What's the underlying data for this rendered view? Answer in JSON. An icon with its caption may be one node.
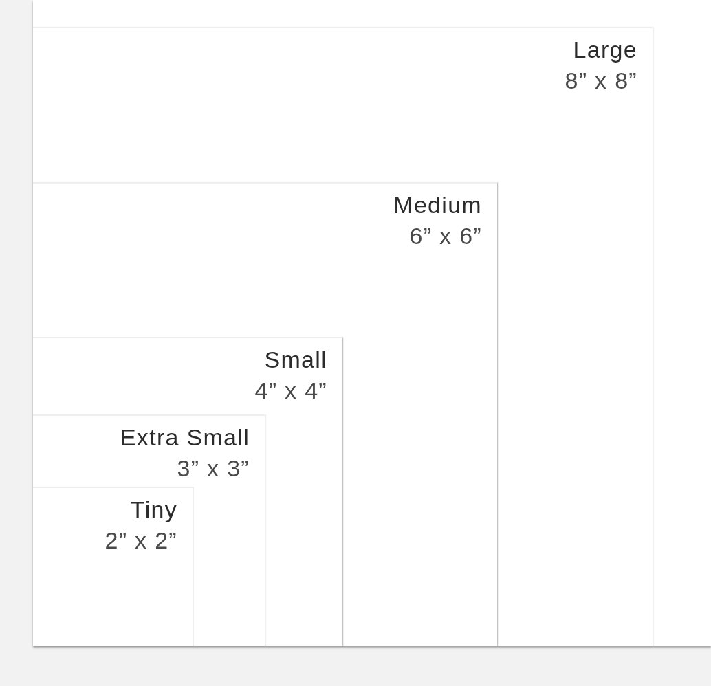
{
  "diagram": {
    "nodes": [
      {
        "text": [],
        "shape": "box"
      },
      {
        "text": [
          "Large",
          "8” x 8”"
        ],
        "in": 0
      },
      {
        "text": [
          "Medium",
          "6” x 6”"
        ],
        "in": 1
      },
      {
        "text": [
          "Small",
          "4” x 4”"
        ],
        "in": 2
      },
      {
        "text": [
          "Extra Small",
          "3” x 3”"
        ],
        "in": 3
      },
      {
        "text": [
          "Tiny",
          "2” x 2”"
        ],
        "in": 4
      }
    ],
    "edges": []
  }
}
